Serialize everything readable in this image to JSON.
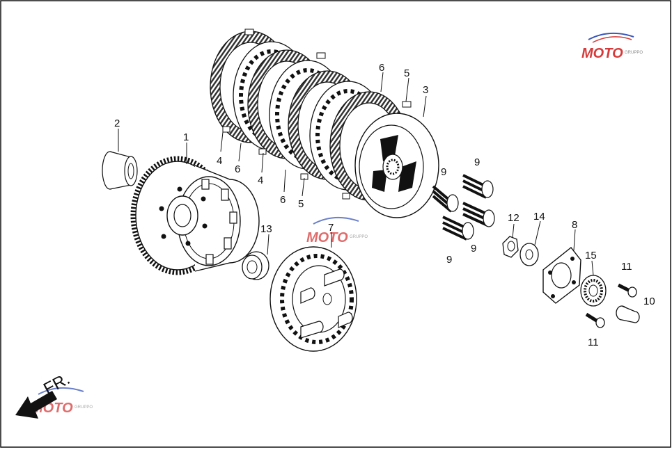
{
  "colors": {
    "ink": "#111111",
    "part_fill": "#ffffff",
    "friction_fill": "#444444",
    "watermark_red": "#d63a3a",
    "watermark_blue": "#3a56b8",
    "watermark_gray": "#8a8a8a"
  },
  "direction_label": "FR.",
  "watermark": {
    "brand": "MOTO",
    "sub": "GRUPPO"
  },
  "callouts": {
    "c1": "1",
    "c2": "2",
    "c3": "3",
    "c4a": "4",
    "c4b": "4",
    "c5a": "5",
    "c5b": "5",
    "c6a": "6",
    "c6b": "6",
    "c6c": "6",
    "c7": "7",
    "c8": "8",
    "c9a": "9",
    "c9b": "9",
    "c9c": "9",
    "c9d": "9",
    "c10": "10",
    "c11a": "11",
    "c11b": "11",
    "c12": "12",
    "c13": "13",
    "c14": "14",
    "c15": "15"
  }
}
